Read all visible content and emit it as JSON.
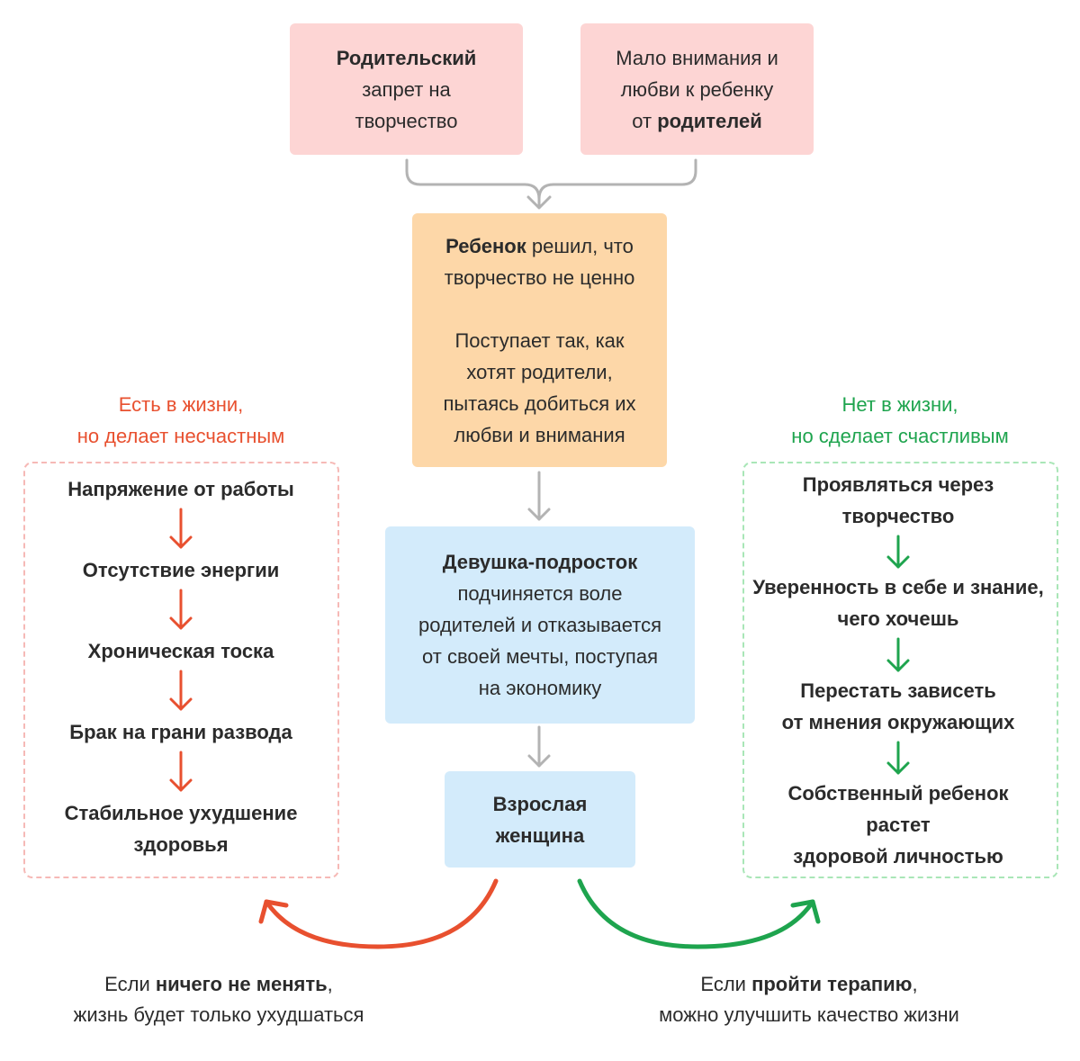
{
  "colors": {
    "red": "#e8502f",
    "green": "#1ea44e",
    "gray_arrow": "#b3b3b3",
    "pink_box": "#fdd5d4",
    "peach_box": "#fdd7a8",
    "blue_box": "#d3ebfb"
  },
  "top_left_box": {
    "line1_bold": "Родительский",
    "line2": "запрет на",
    "line3": "творчество"
  },
  "top_right_box": {
    "line1": "Мало внимания и",
    "line2": "любви к ребенку",
    "line3_prefix": "от ",
    "line3_bold": "родителей"
  },
  "child_box": {
    "line1_bold": "Ребенок",
    "line1_rest": " решил, что",
    "line2": "творчество не ценно",
    "line3": "Поступает так, как",
    "line4": "хотят родители,",
    "line5": "пытаясь добиться их",
    "line6": "любви и внимания"
  },
  "teen_box": {
    "line1_bold": "Девушка-подросток",
    "line2": "подчиняется воле",
    "line3": "родителей и отказывается",
    "line4": "от своей мечты, поступая",
    "line5": "на экономику"
  },
  "adult_box": {
    "line1": "Взрослая",
    "line2": "женщина"
  },
  "left_panel": {
    "heading_line1": "Есть в жизни,",
    "heading_line2": "но делает несчастным",
    "steps": [
      "Напряжение от работы",
      "Отсутствие энергии",
      "Хроническая тоска",
      "Брак на грани развода",
      "Стабильное ухудшение",
      "здоровья"
    ]
  },
  "right_panel": {
    "heading_line1": "Нет в жизни,",
    "heading_line2": "но сделает счастливым",
    "steps": [
      "Проявляться через",
      "творчество",
      "Уверенность в себе и знание,",
      "чего хочешь",
      "Перестать зависеть",
      "от мнения окружающих",
      "Собственный ребенок",
      "растет",
      "здоровой личностью"
    ]
  },
  "left_caption": {
    "line1_prefix": "Если ",
    "line1_bold": "ничего не менять",
    "line1_suffix": ",",
    "line2": "жизнь будет только ухудшаться"
  },
  "right_caption": {
    "line1_prefix": "Если ",
    "line1_bold": "пройти терапию",
    "line1_suffix": ",",
    "line2": "можно улучшить качество жизни"
  }
}
